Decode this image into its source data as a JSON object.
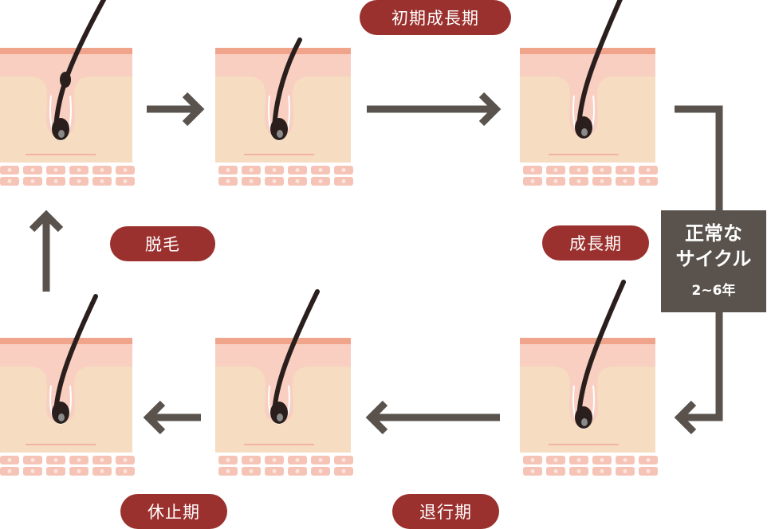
{
  "stages": {
    "early_anagen": "初期成長期",
    "anagen": "成長期",
    "catagen": "退行期",
    "telogen": "休止期",
    "shedding": "脱毛"
  },
  "cycle": {
    "title_line1": "正常な",
    "title_line2": "サイクル",
    "duration": "2~6年"
  },
  "colors": {
    "pill": "#9b312e",
    "arrow": "#5a534d",
    "hair": "#2a1f1d",
    "skin_top": "#f0a48c",
    "dermis": "#f6dcc0",
    "epidermis": "#f9cfc2"
  }
}
